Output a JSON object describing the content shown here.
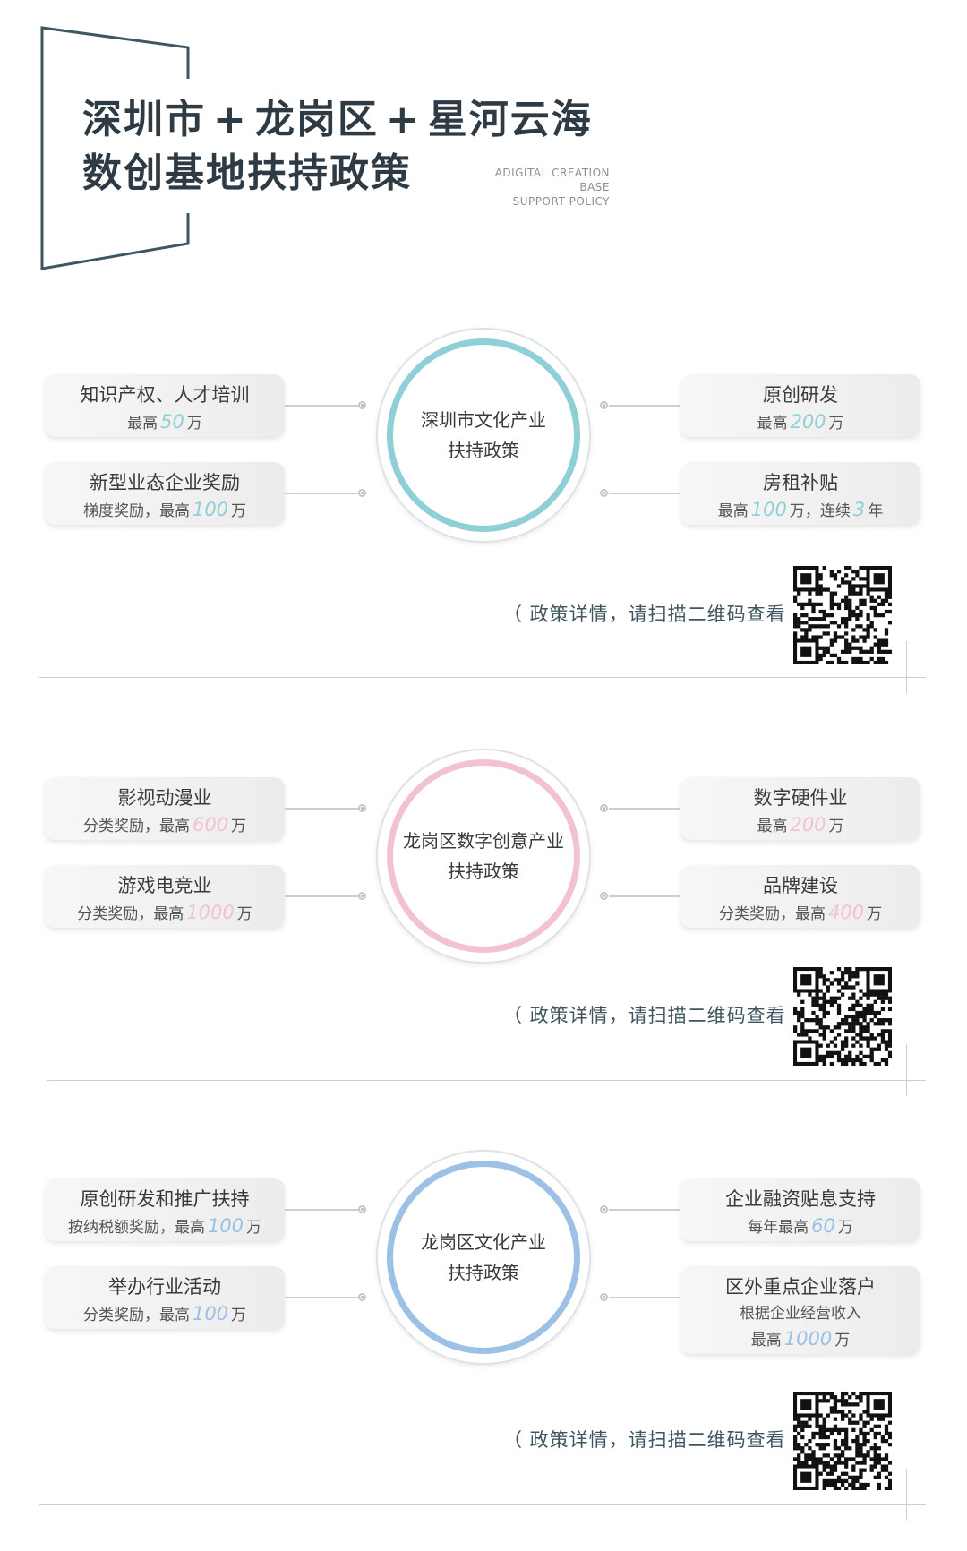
{
  "header": {
    "title_line1_parts": [
      "深圳市",
      "+",
      "龙岗区",
      "+",
      "星河云海"
    ],
    "title_line2": "数创基地扶持政策",
    "en_line1": "ADIGITAL CREATION BASE",
    "en_line2": "SUPPORT POLICY"
  },
  "sections": [
    {
      "center": [
        "深圳市文化产业",
        "扶持政策"
      ],
      "accent": "#8fcfd6",
      "left": [
        {
          "title": "知识产权、人才培训",
          "pre": "最高",
          "num": "50",
          "post": "万"
        },
        {
          "title": "新型业态企业奖励",
          "pre": "梯度奖励，最高",
          "num": "100",
          "post": "万"
        }
      ],
      "right": [
        {
          "title": "原创研发",
          "pre": "最高",
          "num": "200",
          "post": "万"
        },
        {
          "title": "房租补贴",
          "pre": "最高",
          "num": "100",
          "post": "万，连续",
          "num2": "3",
          "post2": "年"
        }
      ],
      "scan": "（ 政策详情，请扫描二维码查看 ）"
    },
    {
      "center": [
        "龙岗区数字创意产业",
        "扶持政策"
      ],
      "accent": "#f2c3cf",
      "left": [
        {
          "title": "影视动漫业",
          "pre": "分类奖励，最高",
          "num": "600",
          "post": "万"
        },
        {
          "title": "游戏电竞业",
          "pre": "分类奖励，最高",
          "num": "1000",
          "post": "万"
        }
      ],
      "right": [
        {
          "title": "数字硬件业",
          "pre": "最高",
          "num": "200",
          "post": "万"
        },
        {
          "title": "品牌建设",
          "pre": "分类奖励，最高",
          "num": "400",
          "post": "万"
        }
      ],
      "scan": "（ 政策详情，请扫描二维码查看 ）"
    },
    {
      "center": [
        "龙岗区文化产业",
        "扶持政策"
      ],
      "accent": "#9cc0e6",
      "left": [
        {
          "title": "原创研发和推广扶持",
          "pre": "按纳税额奖励，最高",
          "num": "100",
          "post": "万"
        },
        {
          "title": "举办行业活动",
          "pre": "分类奖励，最高",
          "num": "100",
          "post": "万"
        }
      ],
      "right": [
        {
          "title": "企业融资贴息支持",
          "pre": "每年最高",
          "num": "60",
          "post": "万"
        },
        {
          "title": "区外重点企业落户",
          "sub": "根据企业经营收入",
          "pre": "最高",
          "num": "1000",
          "post": "万"
        }
      ],
      "scan": "（ 政策详情，请扫描二维码查看 ）"
    }
  ]
}
